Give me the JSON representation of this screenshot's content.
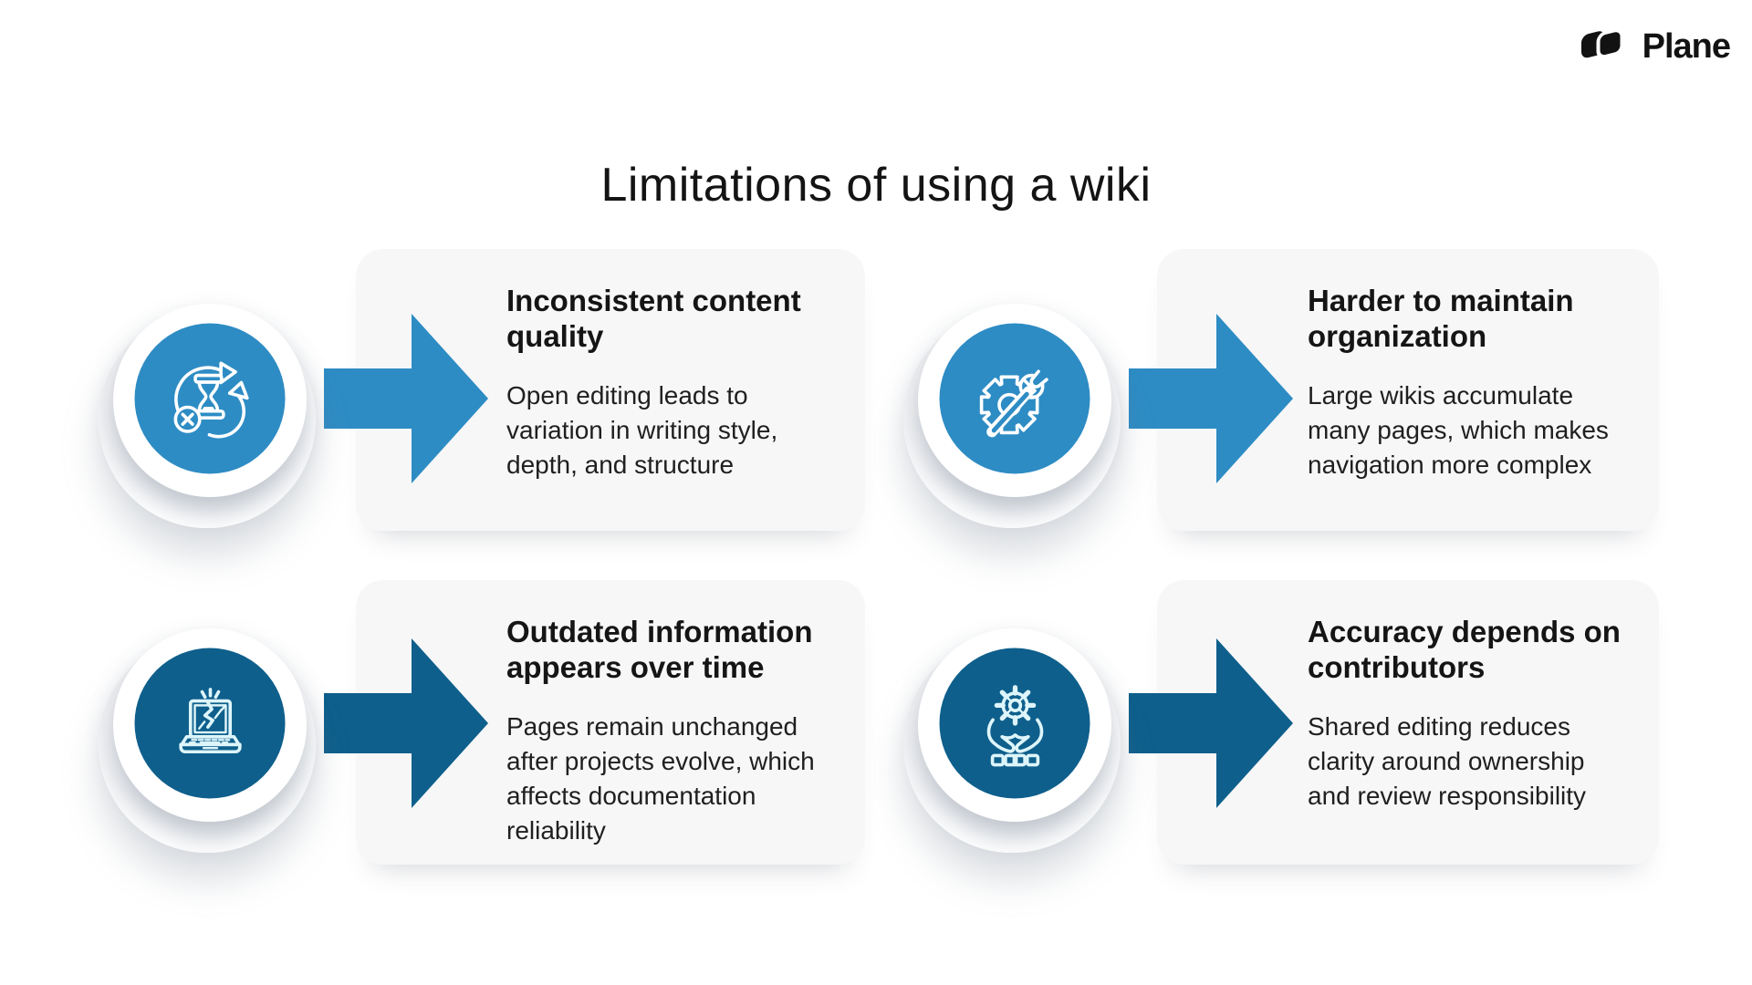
{
  "page": {
    "title": "Limitations of using a wiki"
  },
  "logo": {
    "text": "Plane",
    "mark_icon": "plane-logo-icon"
  },
  "colors": {
    "light_blue": "#2E8CC4",
    "dark_blue": "#0E5F8C",
    "card_bg": "#F7F7F8",
    "text_heading": "#151515",
    "text_body": "#1F1F1F"
  },
  "features": [
    {
      "id": "inconsistent-content-quality",
      "icon": "refresh-hourglass-error-icon",
      "tone": "light",
      "title": "Inconsistent content quality",
      "description": "Open editing leads to variation in writing style, depth, and structure"
    },
    {
      "id": "harder-to-maintain-organization",
      "icon": "wrench-gear-icon",
      "tone": "light",
      "title": "Harder to maintain organization",
      "description": "Large wikis accumulate many pages, which makes navigation more complex"
    },
    {
      "id": "outdated-information",
      "icon": "broken-laptop-icon",
      "tone": "dark",
      "title": "Outdated information appears over time",
      "description": "Pages remain unchanged after projects evolve, which affects documentation reliability"
    },
    {
      "id": "accuracy-depends-on-contributors",
      "icon": "hands-gear-icon",
      "tone": "dark",
      "title": "Accuracy depends on contributors",
      "description": "Shared editing reduces clarity around ownership and review responsibility"
    }
  ]
}
